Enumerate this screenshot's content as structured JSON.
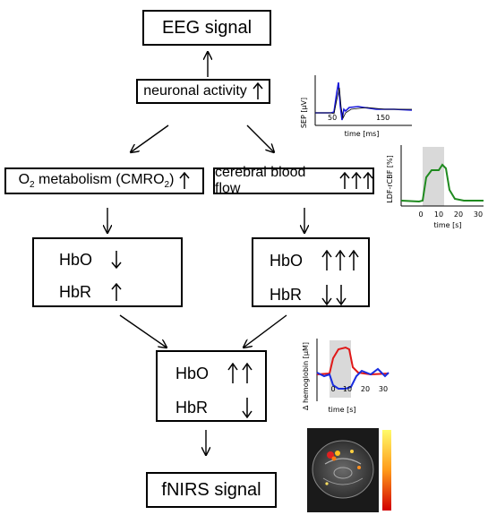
{
  "eeg": {
    "label": "EEG signal"
  },
  "neuronal": {
    "label": "neuronal activity"
  },
  "o2": {
    "prefix": "O",
    "sub1": "2",
    "middle": " metabolism (CMRO",
    "sub2": "2",
    "suffix": ")"
  },
  "cbf": {
    "label": "cerebral blood flow"
  },
  "left_box": {
    "hbo": "HbO",
    "hbr": "HbR"
  },
  "right_box": {
    "hbo": "HbO",
    "hbr": "HbR"
  },
  "center_box": {
    "hbo": "HbO",
    "hbr": "HbR"
  },
  "fnirs": {
    "label": "fNIRS signal"
  },
  "sep_plot": {
    "ylabel": "SEP [µV]",
    "xlabel": "time [ms]",
    "ticks": [
      "50",
      "150"
    ]
  },
  "ldf_plot": {
    "ylabel": "LDF-rCBF [%]",
    "xlabel": "time [s]",
    "ticks": [
      "0",
      "10",
      "20",
      "30"
    ]
  },
  "hb_plot": {
    "ylabel": "∆ hemoglobin [µM]",
    "xlabel": "time [s]",
    "ticks": [
      "0",
      "10",
      "20",
      "30"
    ]
  },
  "colors": {
    "sep": "#1a1adb",
    "ldf": "#1f8a1f",
    "hbo_trace": "#e01818",
    "hbr_trace": "#1a2ee0",
    "stim": "#d9d9d9"
  }
}
